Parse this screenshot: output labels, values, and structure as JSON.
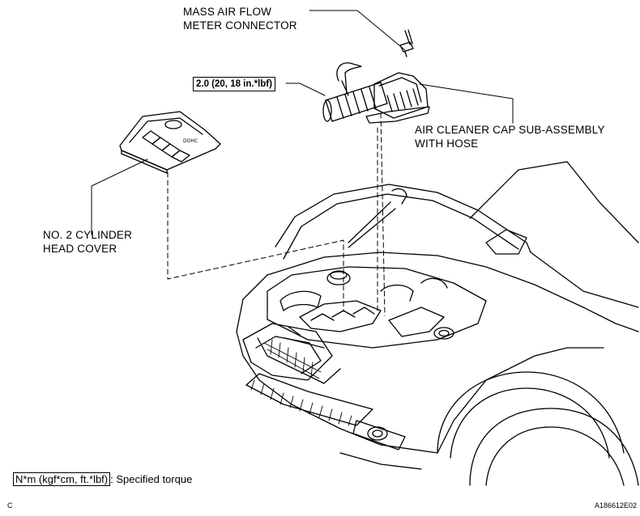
{
  "labels": {
    "mass_air_flow": [
      "MASS AIR FLOW",
      "METER CONNECTOR"
    ],
    "air_cleaner_cap": [
      "AIR CLEANER CAP SUB-ASSEMBLY",
      "WITH HOSE"
    ],
    "head_cover": [
      "NO. 2 CYLINDER",
      "HEAD COVER"
    ]
  },
  "torque": {
    "value": "2.0 (20, 18 in.*lbf)"
  },
  "legend": {
    "unit_box": "N*m (kgf*cm, ft.*lbf)",
    "description": ": Specified torque"
  },
  "corner_codes": {
    "left": "C",
    "right": "A186612E02"
  },
  "colors": {
    "line": "#000000",
    "background": "#ffffff"
  }
}
